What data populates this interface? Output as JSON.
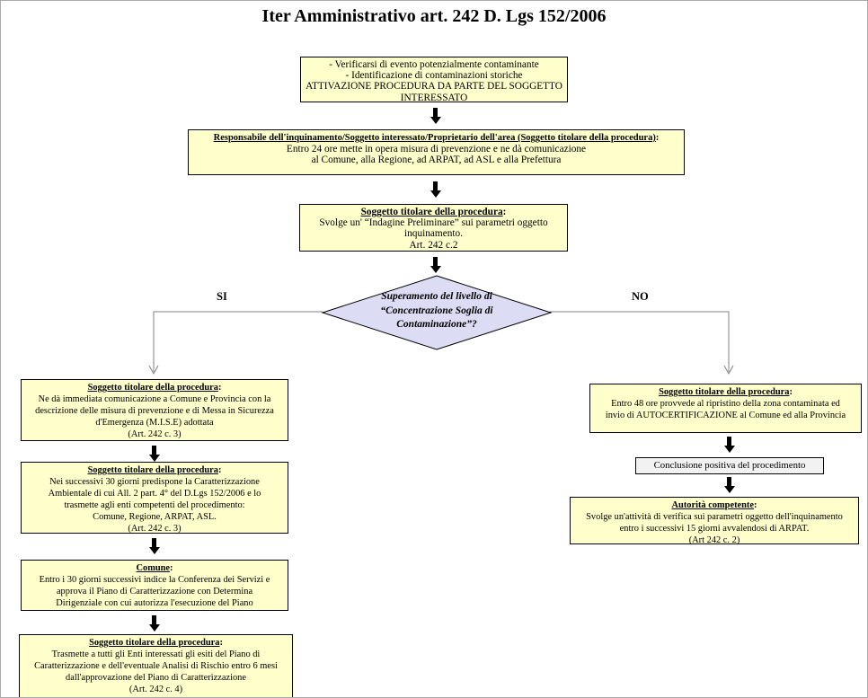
{
  "title": "Iter Amministrativo art. 242 D. Lgs 152/2006",
  "punct": {
    "colon": ":"
  },
  "labels": {
    "yes": "SI",
    "no": "NO"
  },
  "colors": {
    "box_fill": "#ffffcc",
    "diamond_fill": "#dcdcf5",
    "conclusion_fill": "#f2f2f2",
    "border": "#000000",
    "connector": "#808080",
    "arrow": "#000000"
  },
  "decision": {
    "lines": [
      "Superamento del livello di",
      "“Concentrazione Soglia di",
      "Contaminazione”?"
    ]
  },
  "boxes": {
    "start": {
      "lines": [
        "- Verificarsi di evento potenzialmente contaminante",
        "- Identificazione di contaminazioni storiche",
        "ATTIVAZIONE PROCEDURA DA PARTE DEL SOGGETTO INTERESSATO"
      ]
    },
    "responsible": {
      "heading": "Responsabile dell'inquinamento/Soggetto interessato/Proprietario dell'area (Soggetto titolare della procedura)",
      "lines": [
        "Entro 24 ore mette in opera misura di prevenzione e ne dà comunicazione",
        "al Comune, alla Regione, ad ARPAT, ad ASL e alla Prefettura"
      ]
    },
    "preliminary": {
      "heading": "Soggetto titolare della procedura",
      "lines": [
        "Svolge un' “Indagine Preliminare” sui parametri oggetto",
        "inquinamento.",
        "Art. 242 c.2"
      ]
    },
    "mise": {
      "heading": "Soggetto titolare della procedura",
      "lines": [
        "Ne dà immediata comunicazione a Comune e Provincia con la",
        "descrizione delle misura di prevenzione e di Messa in Sicurezza",
        "d'Emergenza (M.I.S.E) adottata",
        "(Art. 242 c. 3)"
      ]
    },
    "caratterizzazione": {
      "heading": "Soggetto titolare della procedura",
      "lines": [
        "Nei successivi 30 giorni predispone la Caratterizzazione",
        "Ambientale di cui All. 2 part. 4° del D.Lgs 152/2006 e lo",
        "trasmette agli enti competenti del procedimento:",
        "Comune, Regione, ARPAT, ASL.",
        "(Art. 242 c. 3)"
      ]
    },
    "comune": {
      "heading": "Comune",
      "lines": [
        "Entro i 30 giorni successivi indice la Conferenza dei Servizi e",
        "approva il Piano di Caratterizzazione con Determina",
        "Dirigenziale con cui autorizza l'esecuzione del Piano"
      ]
    },
    "esiti": {
      "heading": "Soggetto titolare della procedura",
      "lines": [
        "Trasmette a tutti gli Enti interessati gli esiti del Piano di",
        "Caratterizzazione e dell'eventuale Analisi di Rischio entro 6 mesi",
        "dall'approvazione del Piano di Caratterizzazione",
        "(Art. 242 c. 4)"
      ]
    },
    "ripristino": {
      "heading": "Soggetto titolare della procedura",
      "lines": [
        "Entro 48 ore provvede al ripristino della zona contaminata ed",
        "invio di AUTOCERTIFICAZIONE al Comune ed alla Provincia"
      ]
    },
    "conclusione": {
      "text": "Conclusione positiva del procedimento"
    },
    "autorita": {
      "heading": "Autorità competente",
      "lines": [
        "Svolge un'attività di verifica sui parametri oggetto dell'inquinamento",
        "entro i successivi 15 giorni avvalendosi di ARPAT.",
        "(Art 242 c. 2)"
      ]
    }
  }
}
